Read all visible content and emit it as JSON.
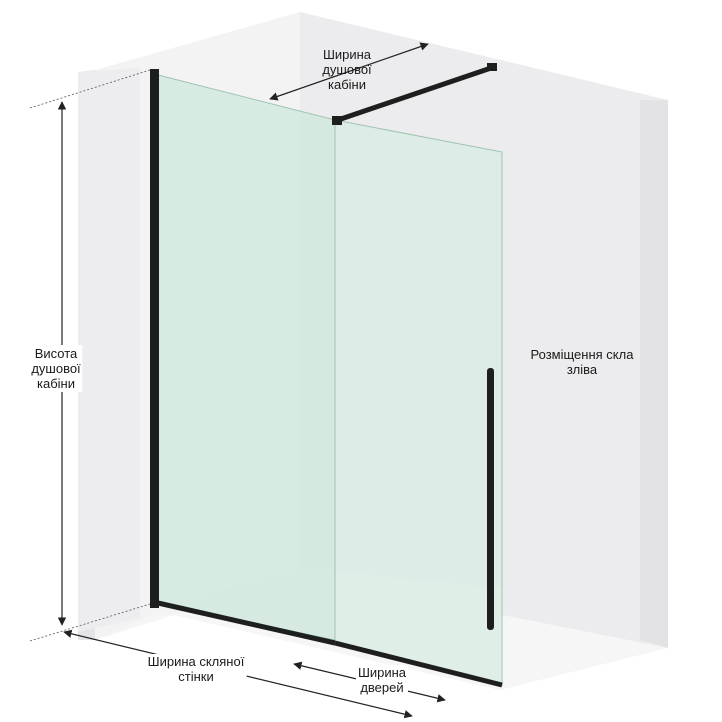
{
  "labels": {
    "cabin_width": [
      "Ширина",
      "душової",
      "кабіни"
    ],
    "cabin_height": [
      "Висота",
      "душової",
      "кабіни"
    ],
    "glass_position": [
      "Розміщення скла",
      "зліва"
    ],
    "glass_wall_width": [
      "Ширина скляної",
      "стінки"
    ],
    "door_width": [
      "Ширина",
      "дверей"
    ]
  },
  "colors": {
    "wall_back": "#f4f4f5",
    "wall_side_right": "#eaeaec",
    "wall_left": "#e6e6e8",
    "floor": "#f7f7f7",
    "glass": "#cfe8dc",
    "frame": "#1c1f1e",
    "dimension_line": "#222222"
  }
}
